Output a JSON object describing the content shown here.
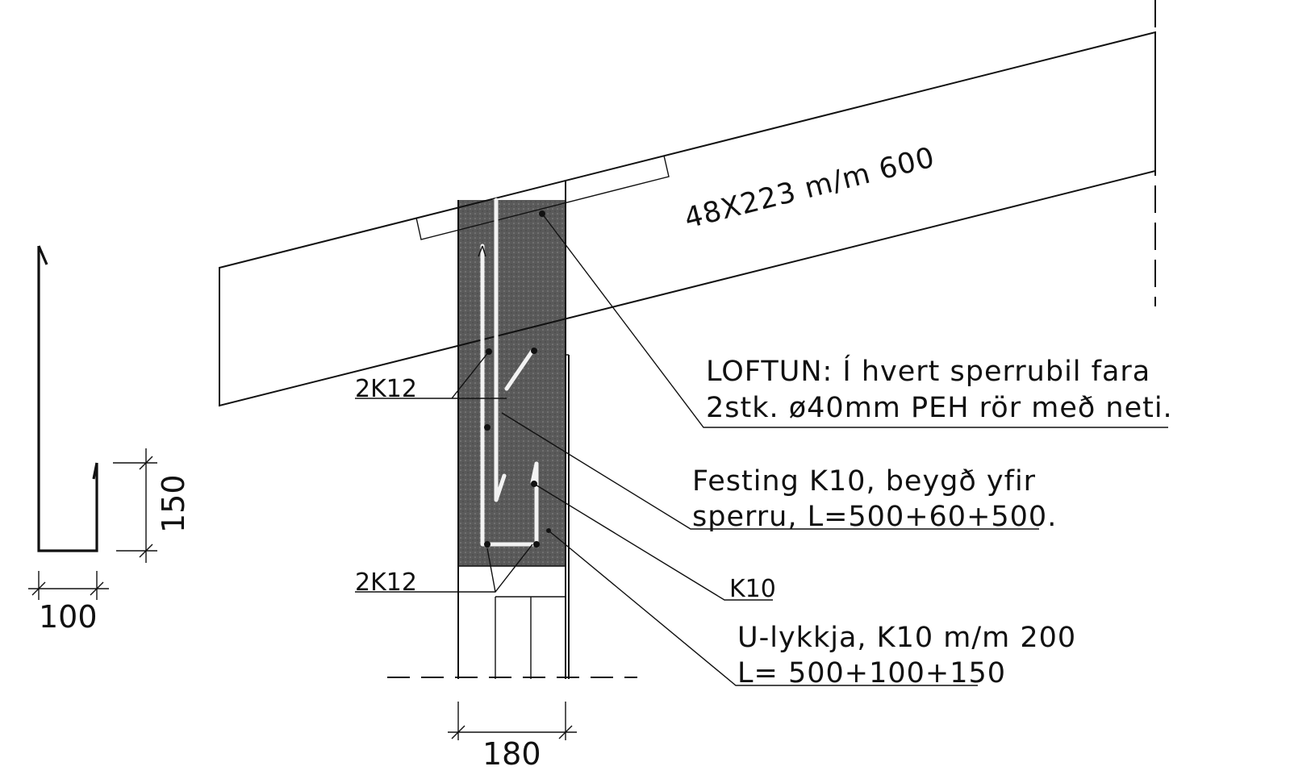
{
  "colors": {
    "ink": "#111111",
    "concrete": "#555555",
    "paper": "#ffffff",
    "rebar": "#f2f2f2"
  },
  "labels": {
    "rafter_spec": "48X223 m/m 600",
    "rebar_top": "2K12",
    "rebar_bottom": "2K12",
    "loftun_line1": "LOFTUN:  Í hvert  sperrubil fara",
    "loftun_line2": "2stk. ø40mm PEH rör með neti.",
    "festing_line1": "Festing K10, beygð yfir",
    "festing_line2": "sperru, L=500+60+500.",
    "k10": "K10",
    "u_line1": "U-lykkja, K10 m/m 200",
    "u_line2": "L= 500+100+150"
  },
  "dimensions": {
    "wall_width": "180",
    "hook_height": "150",
    "hook_width": "100"
  }
}
